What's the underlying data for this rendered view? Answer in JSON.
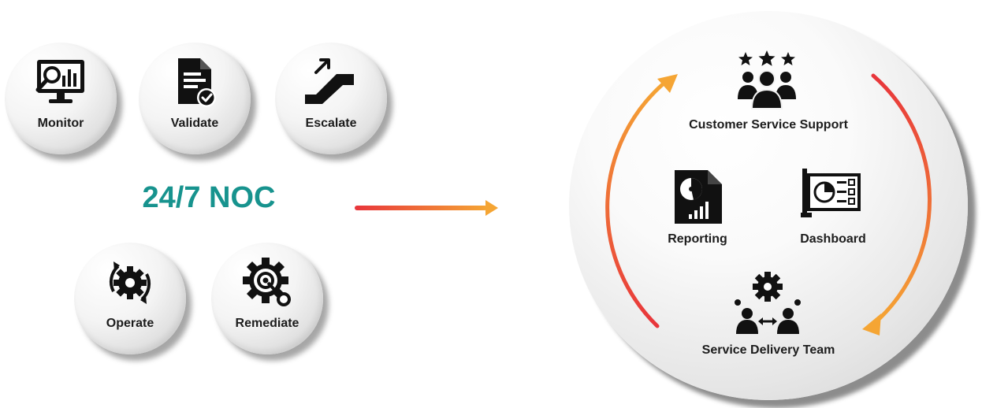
{
  "noc": {
    "title": "24/7 NOC",
    "title_color": "#17938e",
    "stages": [
      {
        "label": "Monitor",
        "icon": "monitor-analytics-icon"
      },
      {
        "label": "Validate",
        "icon": "document-check-icon"
      },
      {
        "label": "Escalate",
        "icon": "escalator-icon"
      },
      {
        "label": "Operate",
        "icon": "gear-cycle-icon"
      },
      {
        "label": "Remediate",
        "icon": "gear-target-key-icon"
      }
    ]
  },
  "cycle": {
    "items": [
      {
        "label": "Customer Service Support",
        "icon": "team-stars-icon"
      },
      {
        "label": "Reporting",
        "icon": "report-chart-icon"
      },
      {
        "label": "Dashboard",
        "icon": "dashboard-board-icon"
      },
      {
        "label": "Service Delivery Team",
        "icon": "team-gear-icon"
      }
    ]
  },
  "colors": {
    "arrow_start": "#e8353b",
    "arrow_end": "#f5a534",
    "icon": "#111111"
  }
}
